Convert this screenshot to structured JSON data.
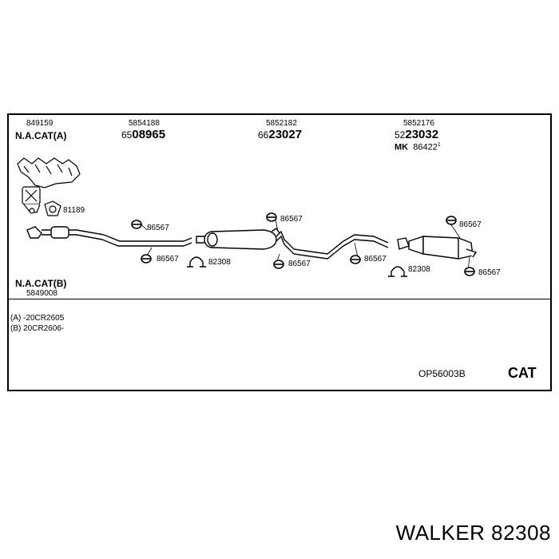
{
  "header": {
    "parts": [
      {
        "number": "849159",
        "spec": "N.A.CAT(A)"
      },
      {
        "number": "5854188",
        "prefix": "65",
        "main": "08965"
      },
      {
        "number": "5852182",
        "prefix": "66",
        "main": "23027"
      },
      {
        "number": "5852176",
        "prefix": "52",
        "main": "23032",
        "mk": "MK",
        "mk_number": "86422",
        "mk_sup": "1"
      }
    ]
  },
  "callouts": {
    "c81189": "81189",
    "c86567_a": "86567",
    "c86567_b": "86567",
    "c82308_a": "82308",
    "c86567_c": "86567",
    "c86567_d": "86567",
    "c86567_e": "86567",
    "c86567_f": "86567",
    "c82308_b": "82308",
    "c86567_g": "86567"
  },
  "lower_left": {
    "spec": "N.A.CAT(B)",
    "number": "5849008"
  },
  "notes": [
    "(A) -20CR2605",
    "(B) 20CR2606-"
  ],
  "footer": {
    "code": "OP56003B",
    "cat": "CAT"
  },
  "brand_line": "WALKER 82308"
}
